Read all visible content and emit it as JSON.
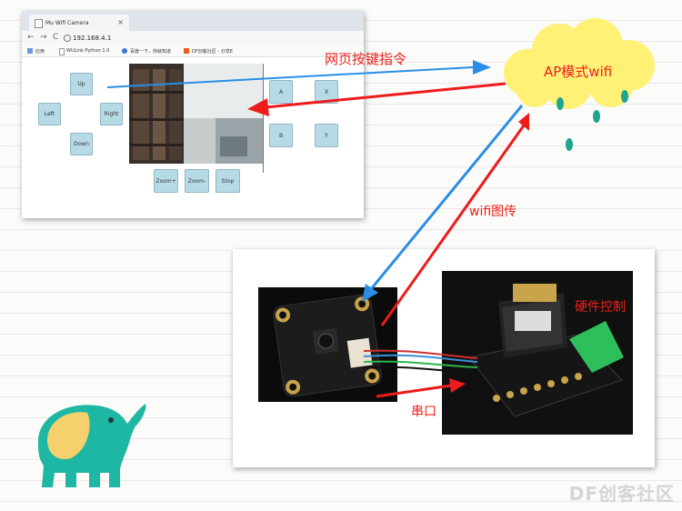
{
  "browser": {
    "tab_title": "Mu Wifi Camera",
    "tab_close": "×",
    "url": "192.168.4.1",
    "nav_back": "←",
    "nav_forward": "→",
    "nav_reload": "C",
    "bookmarks": [
      "应用",
      "WULink Python 1.0",
      "百度一下，你就知道",
      "DF创客社区 - 分享E"
    ]
  },
  "controls": {
    "up": "Up",
    "left": "Left",
    "right": "Right",
    "down": "Down",
    "a": "A",
    "x": "X",
    "b": "B",
    "y": "Y",
    "zoom_in": "Zoom+",
    "zoom_out": "Zoom-",
    "stop": "Stop"
  },
  "labels": {
    "web_command": "网页按键指令",
    "ap_wifi": "AP模式wifi",
    "wifi_image": "wifi图传",
    "hardware_control": "硬件控制",
    "serial": "串口"
  },
  "colors": {
    "blue_arrow": "#2a8ee6",
    "red_arrow": "#ee1b1b",
    "cloud": "#fff176",
    "raindrop": "#1fa58f",
    "elephant": "#1db7a3",
    "elephant_ear": "#f7d06e"
  },
  "watermark": "DF创客社区"
}
